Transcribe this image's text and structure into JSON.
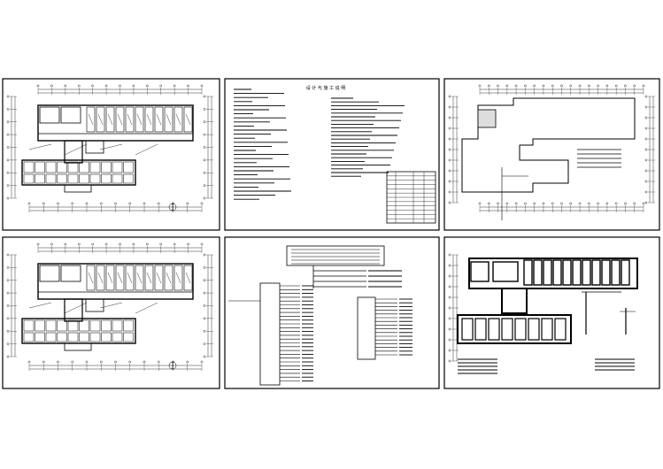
{
  "sheets": [
    {
      "id": "sheet-1",
      "kind": "floor-plan"
    },
    {
      "id": "sheet-2",
      "kind": "design-notes",
      "title": "设 计 与 施 工 说 明"
    },
    {
      "id": "sheet-3",
      "kind": "site-plan"
    },
    {
      "id": "sheet-4",
      "kind": "floor-plan"
    },
    {
      "id": "sheet-5",
      "kind": "system-diagram"
    },
    {
      "id": "sheet-6",
      "kind": "grounding-plan"
    }
  ],
  "colors": {
    "background": "#ffffff",
    "ink": "#000000"
  }
}
